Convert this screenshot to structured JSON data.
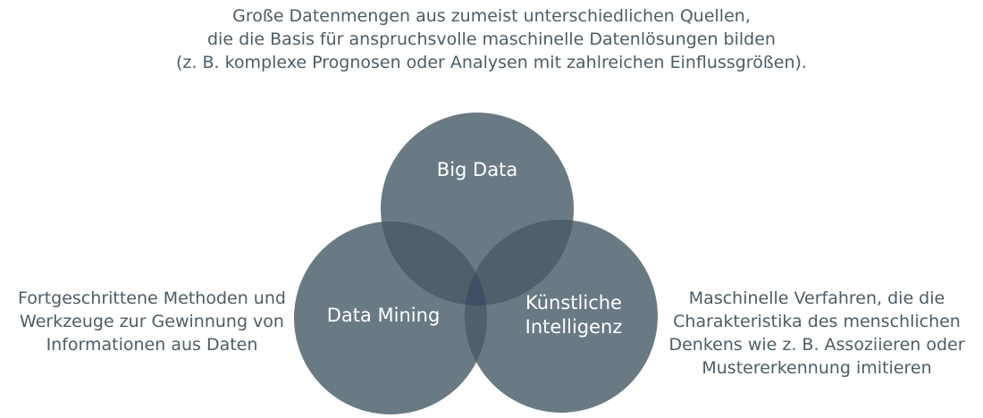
{
  "diagram": {
    "description_top": [
      "Große Datenmengen aus zumeist unterschiedlichen Quellen,",
      "die die Basis für anspruchsvolle maschinelle Datenlösungen bilden",
      "(z. B. komplexe Prognosen oder Analysen mit zahlreichen Einflussgrößen)."
    ],
    "description_left": [
      "Fortgeschrittene Methoden und",
      "Werkzeuge zur Gewinnung von",
      "Informationen aus Daten"
    ],
    "description_right": [
      "Maschinelle Verfahren, die die",
      "Charakteristika des menschlichen",
      "Denkens wie z. B.  Assoziieren oder",
      "Mustererkennung imitieren"
    ],
    "circles": {
      "big_data": {
        "label": [
          "Big Data"
        ]
      },
      "data_mining": {
        "label": [
          "Data Mining"
        ]
      },
      "ki": {
        "label": [
          "Künstliche",
          "Intelligenz"
        ]
      }
    }
  },
  "colors": {
    "circle_fill": "#6a7a84",
    "overlap_two": "#4f5f6b",
    "overlap_three": "#3f5064",
    "label_text": "#ffffff",
    "annotation_text": "#4d5c66"
  }
}
